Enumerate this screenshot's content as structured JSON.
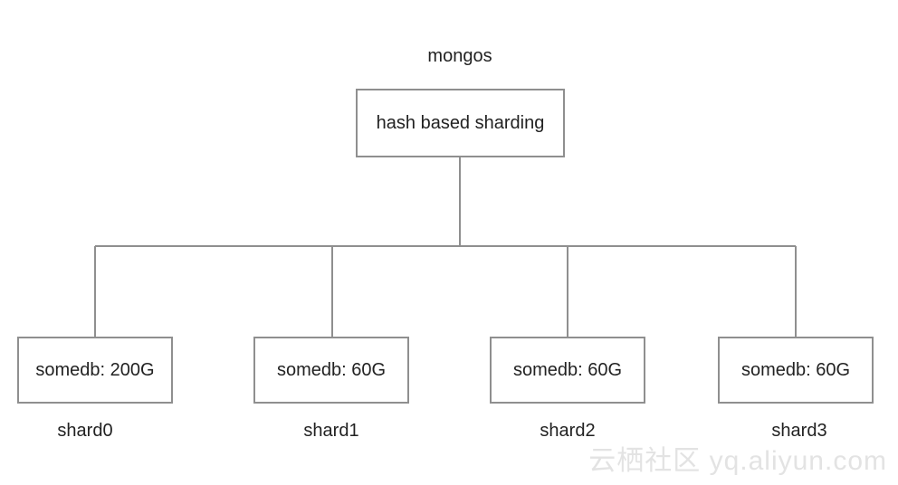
{
  "diagram": {
    "top_label": "mongos",
    "root_box": "hash based sharding",
    "shards": [
      {
        "content": "somedb: 200G",
        "name": "shard0"
      },
      {
        "content": "somedb: 60G",
        "name": "shard1"
      },
      {
        "content": "somedb: 60G",
        "name": "shard2"
      },
      {
        "content": "somedb: 60G",
        "name": "shard3"
      }
    ]
  },
  "watermark": "云栖社区 yq.aliyun.com",
  "colors": {
    "line": "#8f8f8f",
    "text": "#222222",
    "watermark": "#e3e3e3"
  }
}
